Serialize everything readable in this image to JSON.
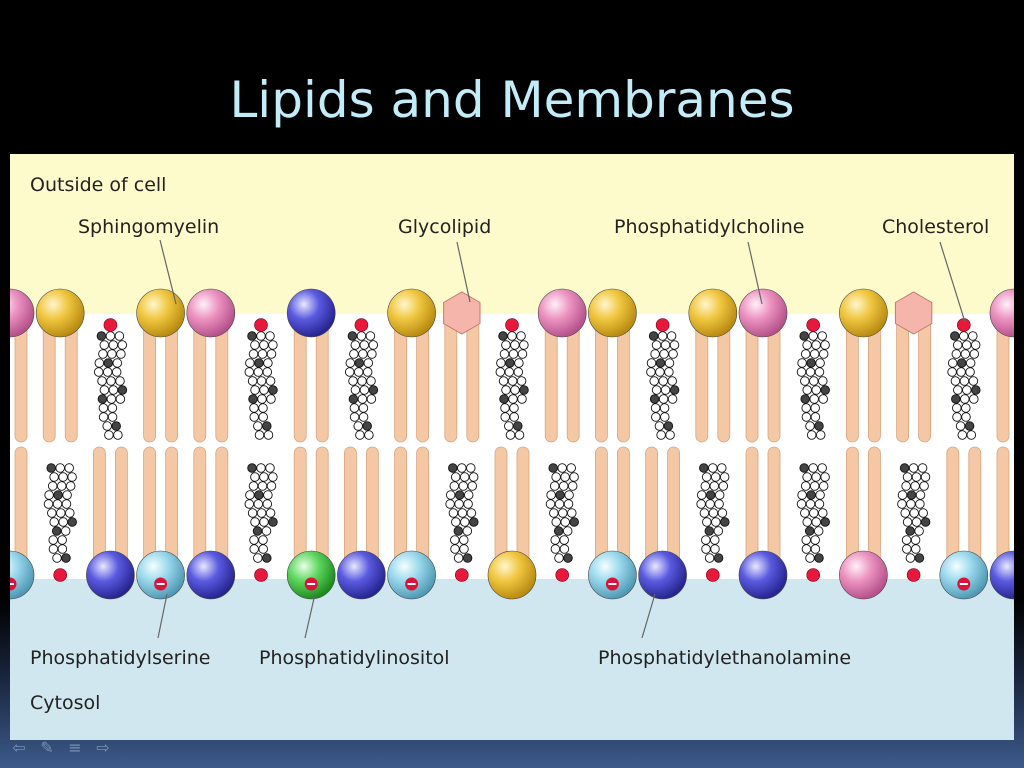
{
  "slide": {
    "title": "Lipids and Membranes"
  },
  "figure": {
    "region_outside": "Outside of cell",
    "region_inside": "Cytosol",
    "labels": {
      "sphingomyelin": "Sphingomyelin",
      "glycolipid": "Glycolipid",
      "phosphatidylcholine": "Phosphatidylcholine",
      "cholesterol": "Cholesterol",
      "phosphatidylserine": "Phosphatidylserine",
      "phosphatidylinositol": "Phosphatidylinositol",
      "phosphatidylethanolamine": "Phosphatidylethanolamine"
    },
    "head_colors": {
      "sphingomyelin": "#f0c640",
      "phosphatidylcholine": "#ec92c0",
      "phosphatidylethanolamine": "#5a5ae0",
      "phosphatidylserine": "#9ad8ec",
      "phosphatidylinositol": "#5ed65e",
      "glycolipid": "#f5b5aa",
      "cholesterol_oh": "#e8183c",
      "tail": "#f4c8a4"
    },
    "outer_leaflet": [
      "phosphatidylcholine",
      "sphingomyelin",
      "cholesterol",
      "sphingomyelin",
      "phosphatidylcholine",
      "cholesterol",
      "phosphatidylethanolamine",
      "cholesterol",
      "sphingomyelin",
      "glycolipid",
      "cholesterol",
      "phosphatidylcholine",
      "sphingomyelin",
      "cholesterol",
      "sphingomyelin",
      "phosphatidylcholine",
      "cholesterol",
      "sphingomyelin",
      "glycolipid",
      "cholesterol",
      "phosphatidylcholine"
    ],
    "inner_leaflet": [
      "phosphatidylserine",
      "cholesterol",
      "phosphatidylethanolamine",
      "phosphatidylserine",
      "phosphatidylethanolamine",
      "cholesterol",
      "phosphatidylinositol",
      "phosphatidylethanolamine",
      "phosphatidylserine",
      "cholesterol",
      "sphingomyelin",
      "cholesterol",
      "phosphatidylserine",
      "phosphatidylethanolamine",
      "cholesterol",
      "phosphatidylethanolamine",
      "cholesterol",
      "phosphatidylcholine",
      "cholesterol",
      "phosphatidylserine",
      "phosphatidylethanolamine"
    ]
  },
  "navigation": {
    "icons": [
      "arrow-left-icon",
      "pencil-icon",
      "menu-icon",
      "arrow-right-icon"
    ],
    "glyphs": [
      "⇦",
      "✎",
      "≡",
      "⇨"
    ]
  }
}
